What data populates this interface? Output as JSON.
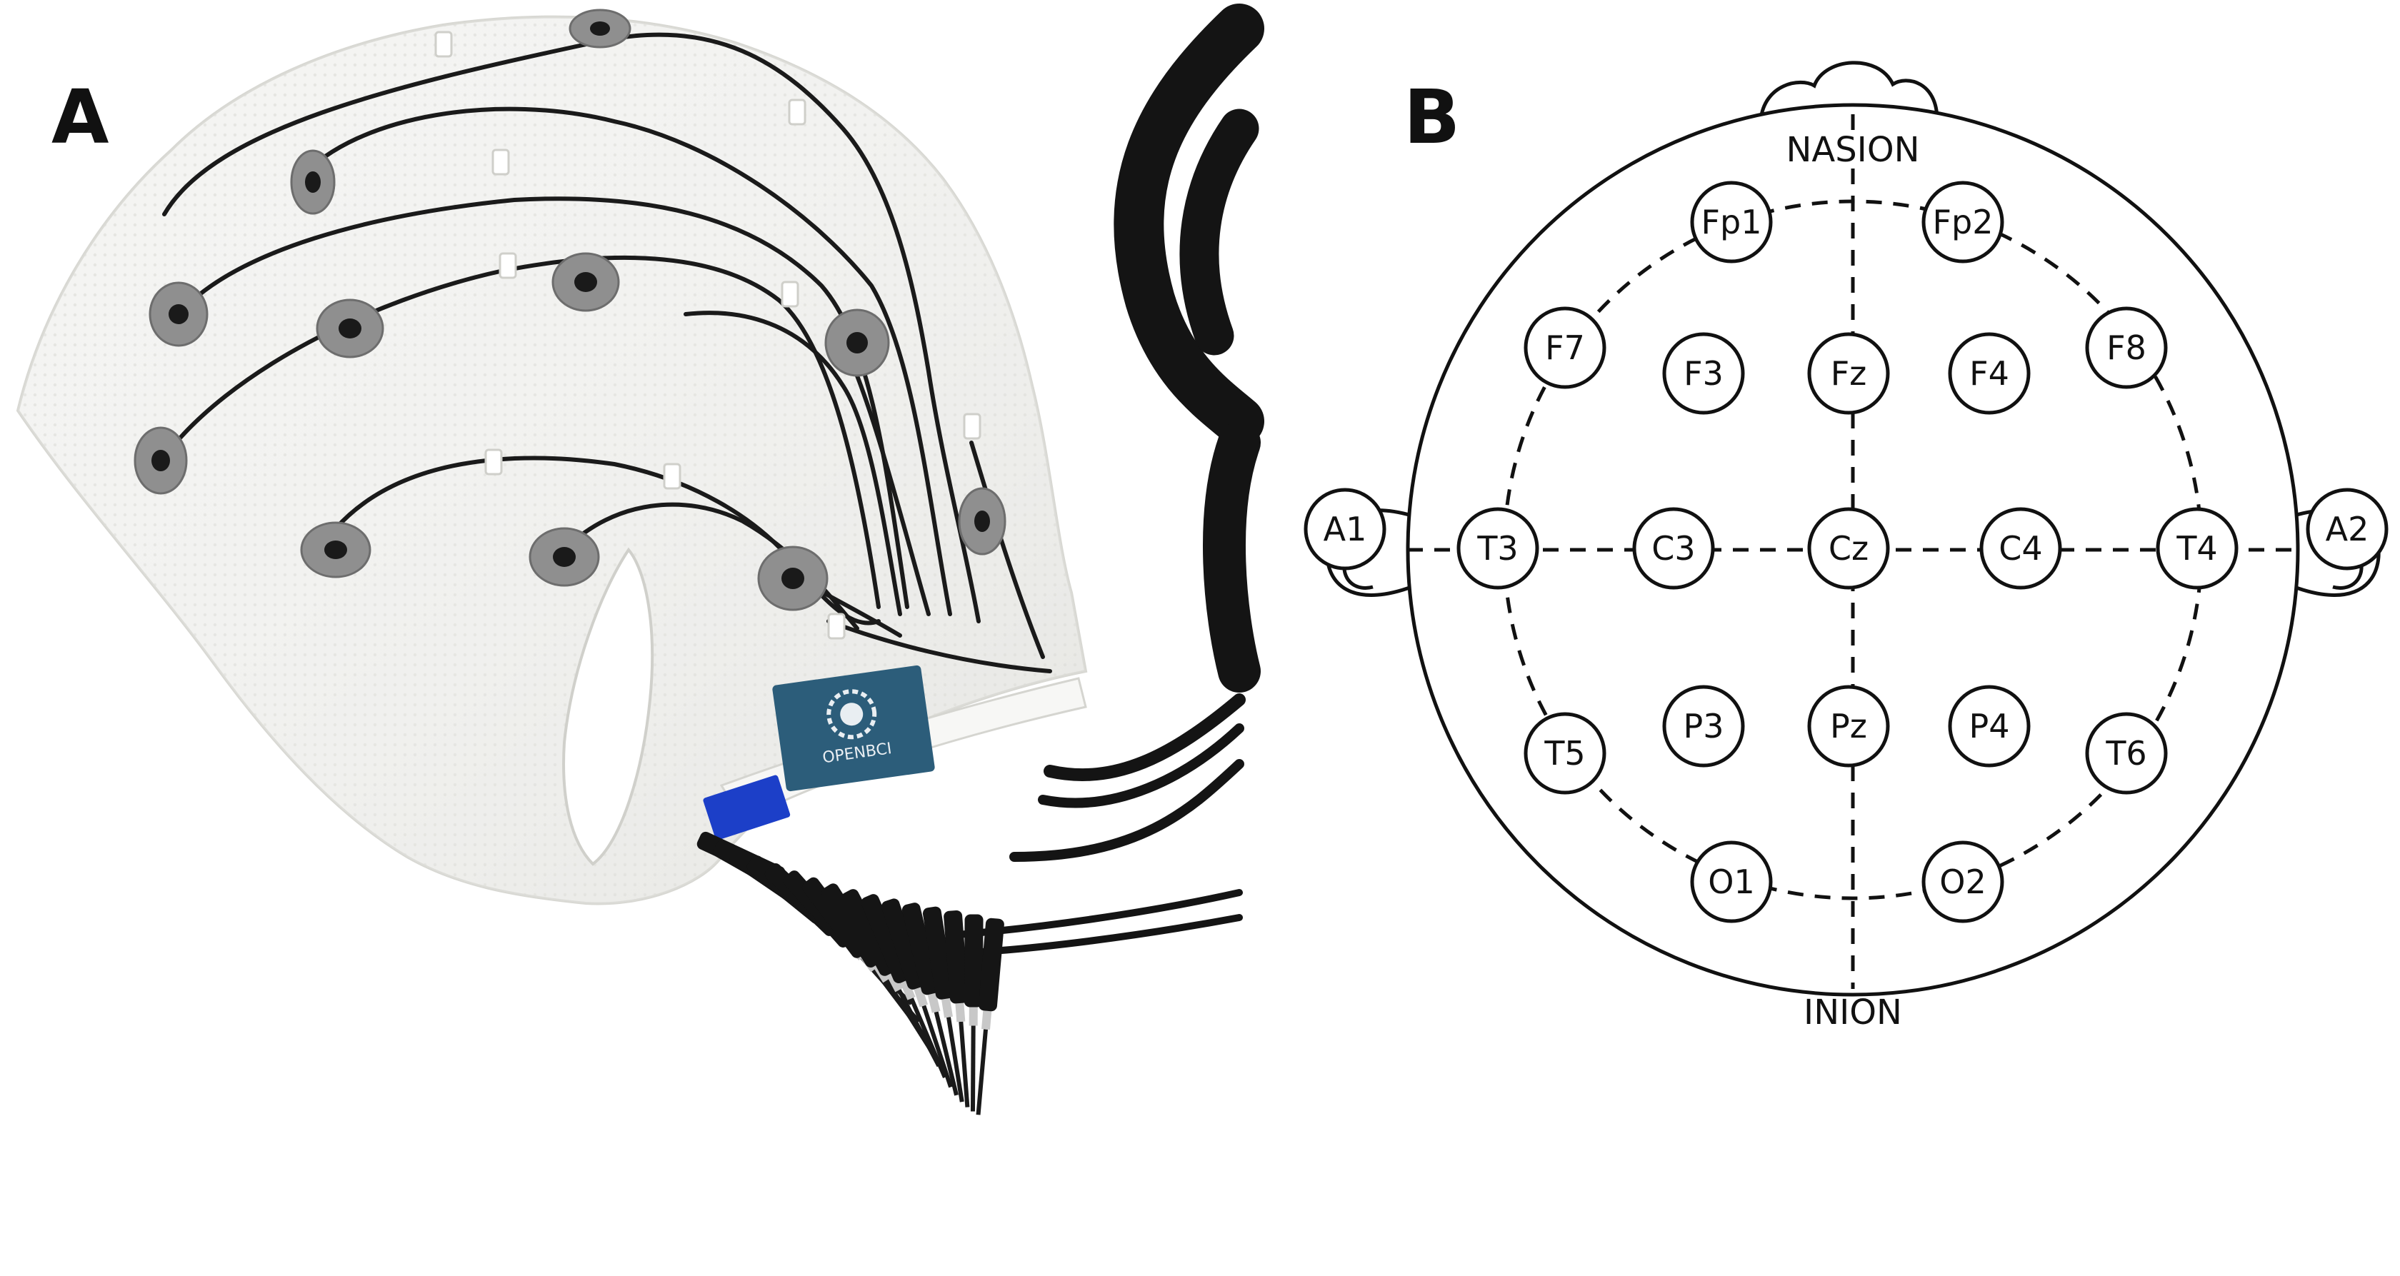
{
  "panels": [
    {
      "id": "A",
      "label": "A"
    },
    {
      "id": "B",
      "label": "B"
    }
  ],
  "photo": {
    "brand_text": "OPENBCI"
  },
  "diagram": {
    "landmarks": {
      "top": "NASION",
      "bottom": "INION"
    },
    "electrodes": {
      "Fp1": "Fp1",
      "Fp2": "Fp2",
      "F7": "F7",
      "F3": "F3",
      "Fz": "Fz",
      "F4": "F4",
      "F8": "F8",
      "A1": "A1",
      "T3": "T3",
      "C3": "C3",
      "Cz": "Cz",
      "C4": "C4",
      "T4": "T4",
      "A2": "A2",
      "T5": "T5",
      "P3": "P3",
      "Pz": "Pz",
      "P4": "P4",
      "T6": "T6",
      "O1": "O1",
      "O2": "O2"
    }
  }
}
